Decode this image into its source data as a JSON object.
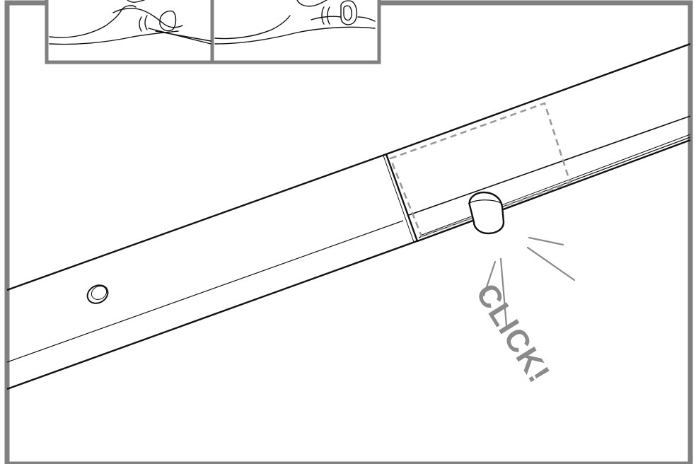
{
  "callout": {
    "text": "CLICK!"
  },
  "colors": {
    "frame": "#808080",
    "line": "#111111",
    "dashed": "#9a9a9a",
    "accent_text": "#8a8a8a"
  },
  "icons": [
    "hand-press-button-illustration",
    "hand-release-button-illustration"
  ]
}
